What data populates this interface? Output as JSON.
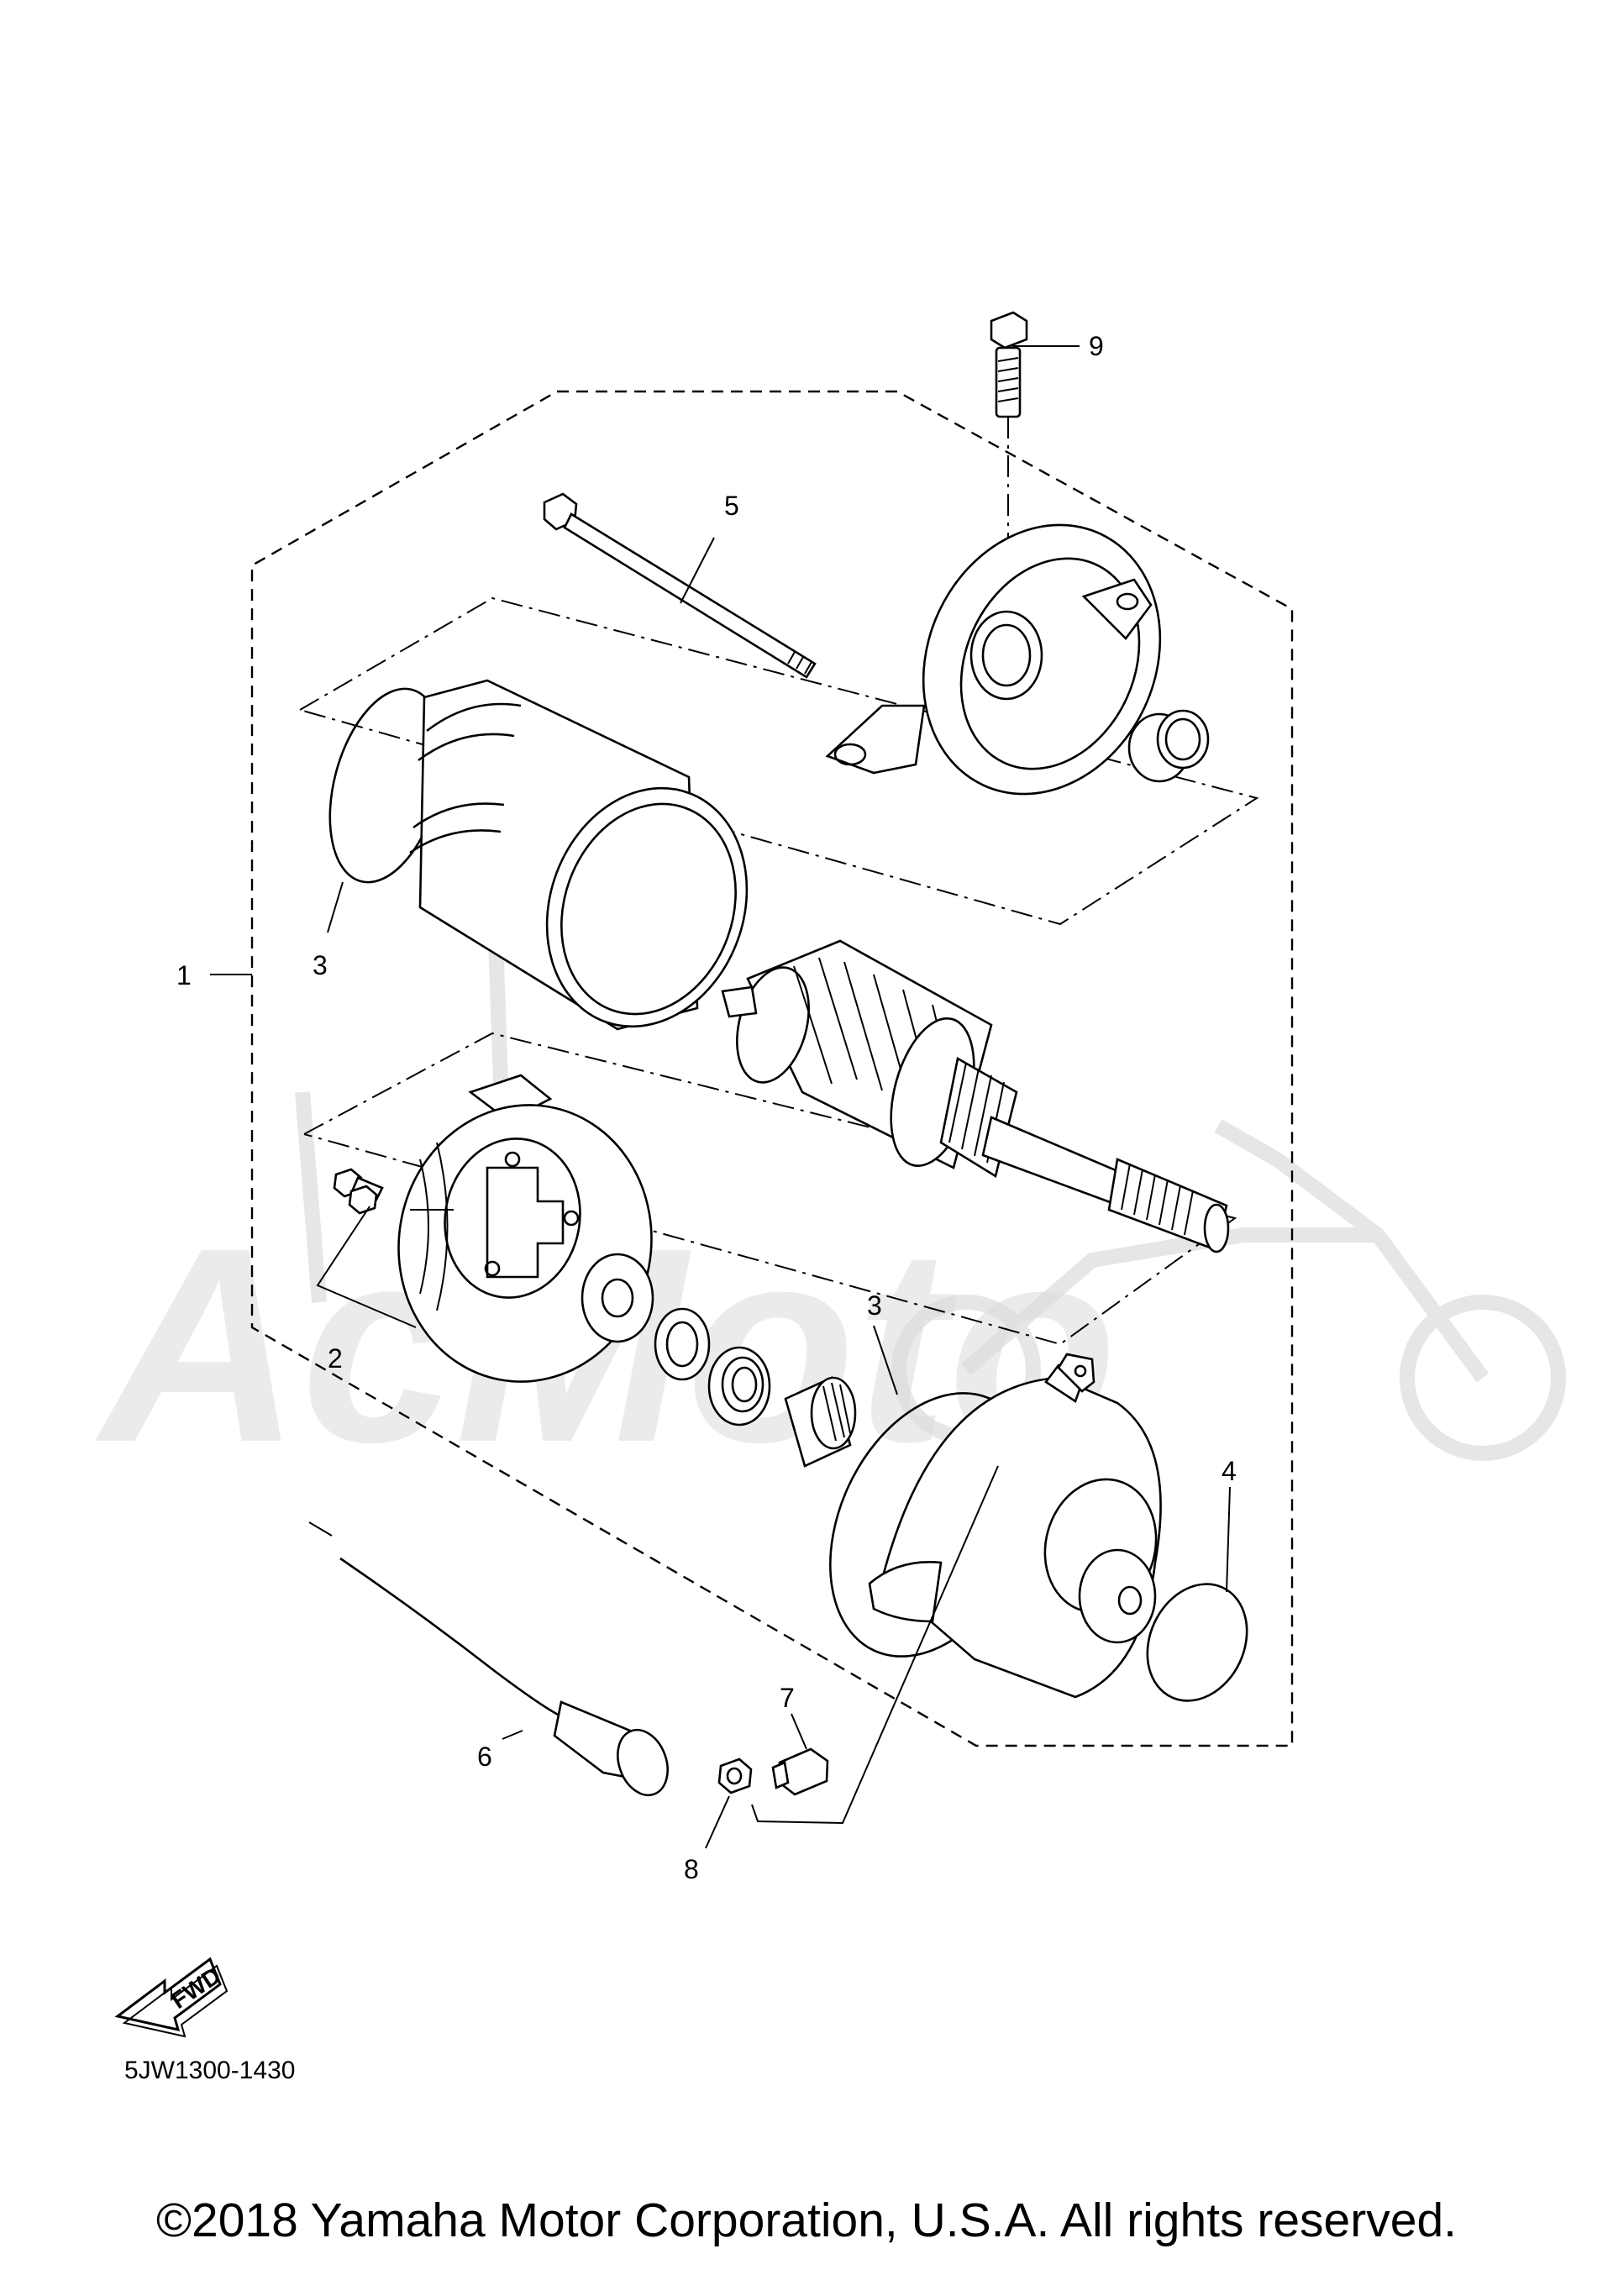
{
  "callouts": {
    "c1": "1",
    "c2": "2",
    "c3a": "3",
    "c3b": "3",
    "c4": "4",
    "c5": "5",
    "c6": "6",
    "c7": "7",
    "c8": "8",
    "c9": "9"
  },
  "direction_badge": "FWD",
  "diagram_code": "5JW1300-1430",
  "copyright": "©2018 Yamaha Motor Corporation, U.S.A. All rights reserved.",
  "watermark_brand": "AcMoto",
  "icons": {
    "direction": "fwd-arrow-icon",
    "watermark": "motorcycle-watermark-icon"
  }
}
